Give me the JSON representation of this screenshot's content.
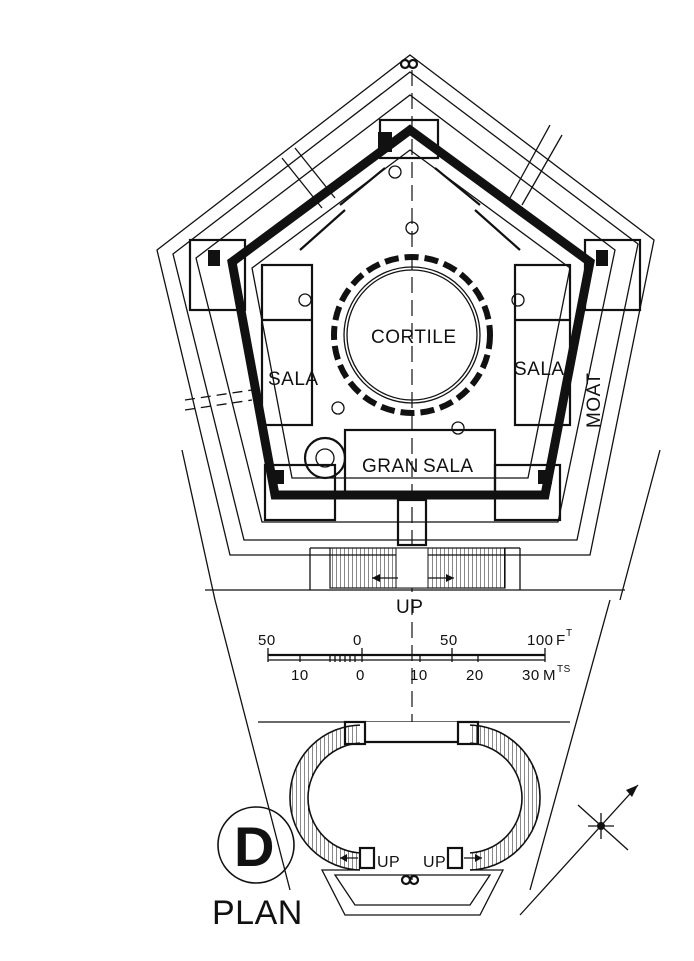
{
  "labels": {
    "cortile": "CORTILE",
    "sala_left": "SALA",
    "sala_right": "SALA",
    "gran": "GRAN",
    "gran_sala": "SALA",
    "moat": "MOAT",
    "up_center": "UP",
    "up_left": "UP",
    "up_right": "UP",
    "letter": "D",
    "plan": "PLAN"
  },
  "scale_bar": {
    "feet_ticks": [
      "50",
      "0",
      "50",
      "100"
    ],
    "feet_unit": "F",
    "feet_unit_sup": "T",
    "meter_ticks": [
      "10",
      "0",
      "10",
      "20",
      "30"
    ],
    "meter_unit": "M",
    "meter_unit_sup": "TS"
  },
  "colors": {
    "ink": "#111111",
    "paper": "#ffffff"
  },
  "icons": {
    "axis_symbol": "double-loop",
    "north_arrow": "north-arrow-icon"
  }
}
